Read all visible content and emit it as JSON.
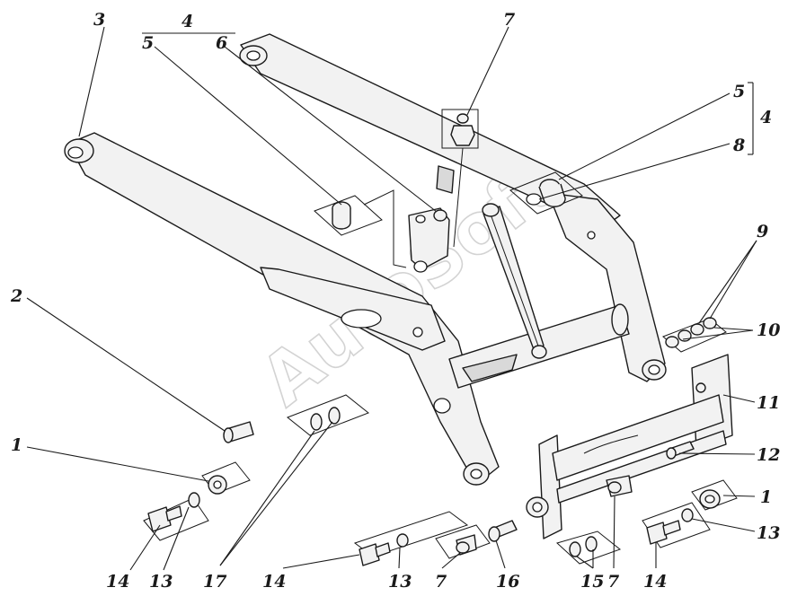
{
  "watermark": "AutoSoft",
  "callouts": {
    "n1_left": "1",
    "n1_right": "1",
    "n2": "2",
    "n3": "3",
    "n4_top": "4",
    "n4_right": "4",
    "n5_top": "5",
    "n5_right": "5",
    "n6": "6",
    "n7_top": "7",
    "n7_bottom_left": "7",
    "n7_bottom_right": "7",
    "n8": "8",
    "n9": "9",
    "n10": "10",
    "n11": "11",
    "n12": "12",
    "n13_left": "13",
    "n13_mid": "13",
    "n13_right": "13",
    "n14_left": "14",
    "n14_mid": "14",
    "n14_right": "14",
    "n15": "15",
    "n16": "16",
    "n17": "17"
  }
}
